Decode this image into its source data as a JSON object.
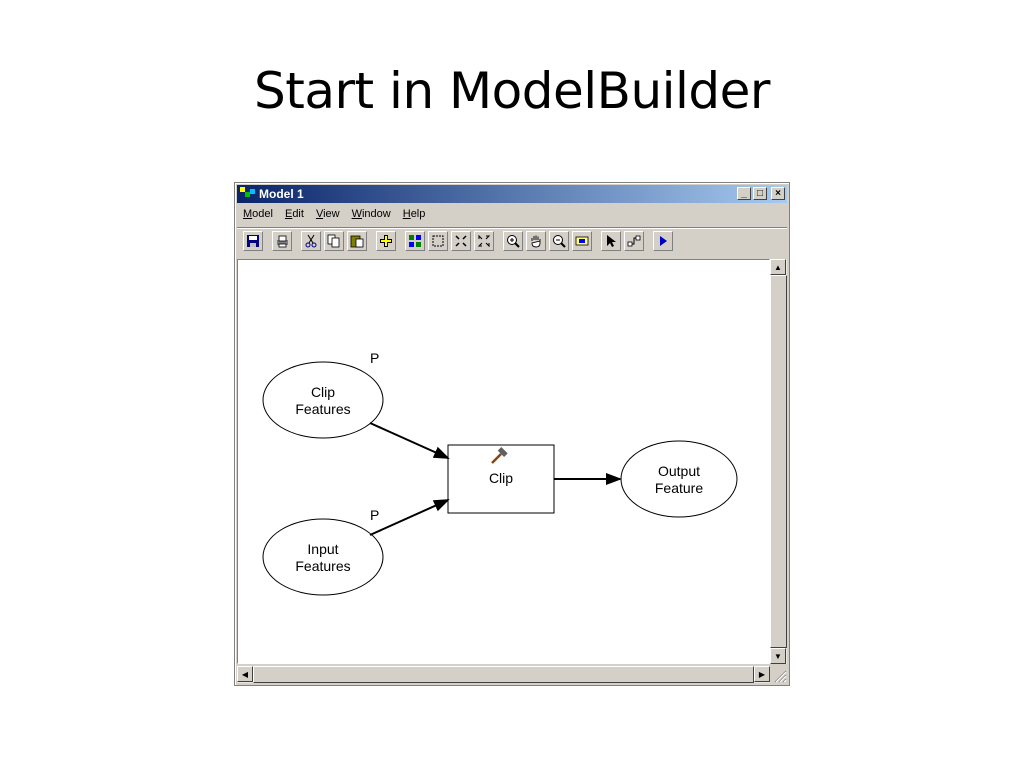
{
  "slide": {
    "title": "Start in ModelBuilder"
  },
  "window": {
    "title": "Model 1",
    "controls": {
      "minimize": "_",
      "maximize": "□",
      "close": "×"
    }
  },
  "menu": [
    "Model",
    "Edit",
    "View",
    "Window",
    "Help"
  ],
  "toolbar": {
    "icons": [
      "save-icon",
      "print-icon",
      "cut-icon",
      "copy-icon",
      "paste-icon",
      "add-data-icon",
      "auto-layout-icon",
      "full-extent-icon",
      "fixed-zoom-in-icon",
      "fixed-zoom-out-icon",
      "zoom-in-icon",
      "pan-icon",
      "zoom-out-icon",
      "overview-icon",
      "select-icon",
      "add-connection-icon",
      "run-icon"
    ]
  },
  "diagram": {
    "nodes": {
      "clip_features": "Clip\nFeatures",
      "input_features": "Input\nFeatures",
      "clip_tool": "Clip",
      "output_feature": "Output\nFeature"
    },
    "parameter_marks": [
      "P",
      "P"
    ]
  },
  "colors": {
    "title_active": "#0a246a",
    "title_gradient_end": "#a6caf0",
    "chrome": "#d4d0c8"
  }
}
